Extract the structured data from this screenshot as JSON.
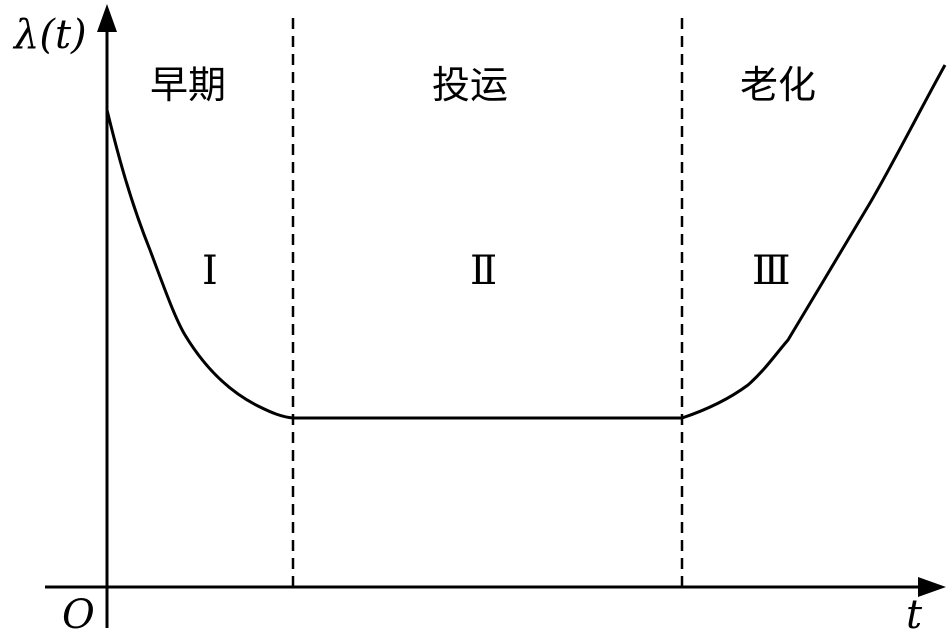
{
  "axes": {
    "y_label": "λ(t)",
    "x_label": "t",
    "origin_label": "O"
  },
  "phases": [
    {
      "name": "早期",
      "numeral": "Ⅰ"
    },
    {
      "name": "投运",
      "numeral": "Ⅱ"
    },
    {
      "name": "老化",
      "numeral": "Ⅲ"
    }
  ]
}
